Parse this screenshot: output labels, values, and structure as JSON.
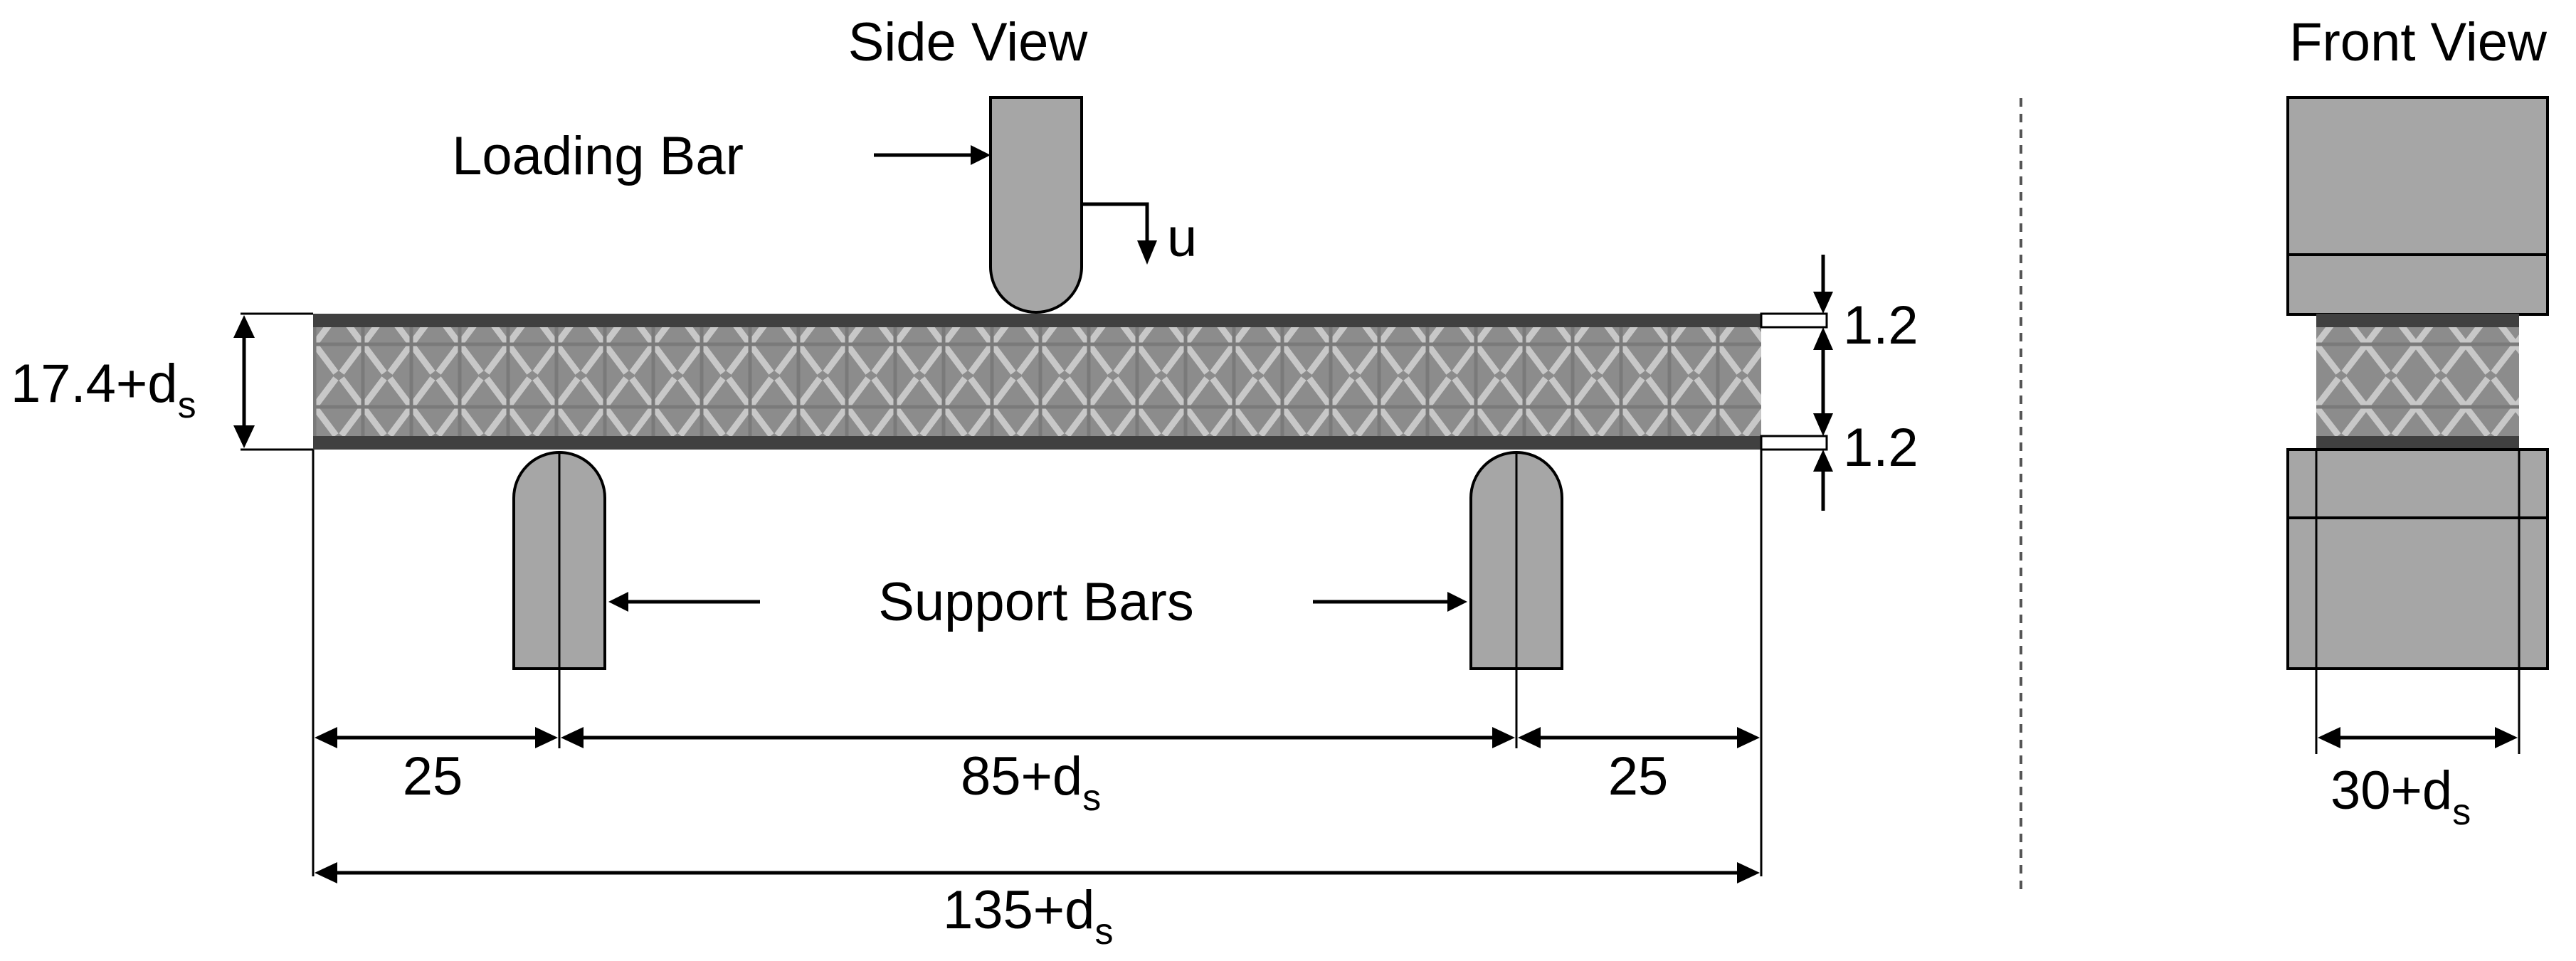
{
  "side_view": {
    "title": "Side View",
    "loading_bar_label": "Loading Bar",
    "displacement_label": "u",
    "support_bars_label": "Support Bars",
    "height_label": {
      "main": "17.4+d",
      "sub": "s"
    },
    "face_sheet_top_label": "1.2",
    "face_sheet_bottom_label": "1.2",
    "left_overhang_label": "25",
    "right_overhang_label": "25",
    "span_label": {
      "main": "85+d",
      "sub": "s"
    },
    "total_length_label": {
      "main": "135+d",
      "sub": "s"
    }
  },
  "front_view": {
    "title": "Front View",
    "width_label": {
      "main": "30+d",
      "sub": "s"
    }
  },
  "colors": {
    "bar_fill": "#a6a6a6",
    "face_sheet": "#404040",
    "core_fill": "#8c8c8c",
    "core_lattice": "#c8c8c8",
    "line": "#000000",
    "separator": "#555555"
  }
}
